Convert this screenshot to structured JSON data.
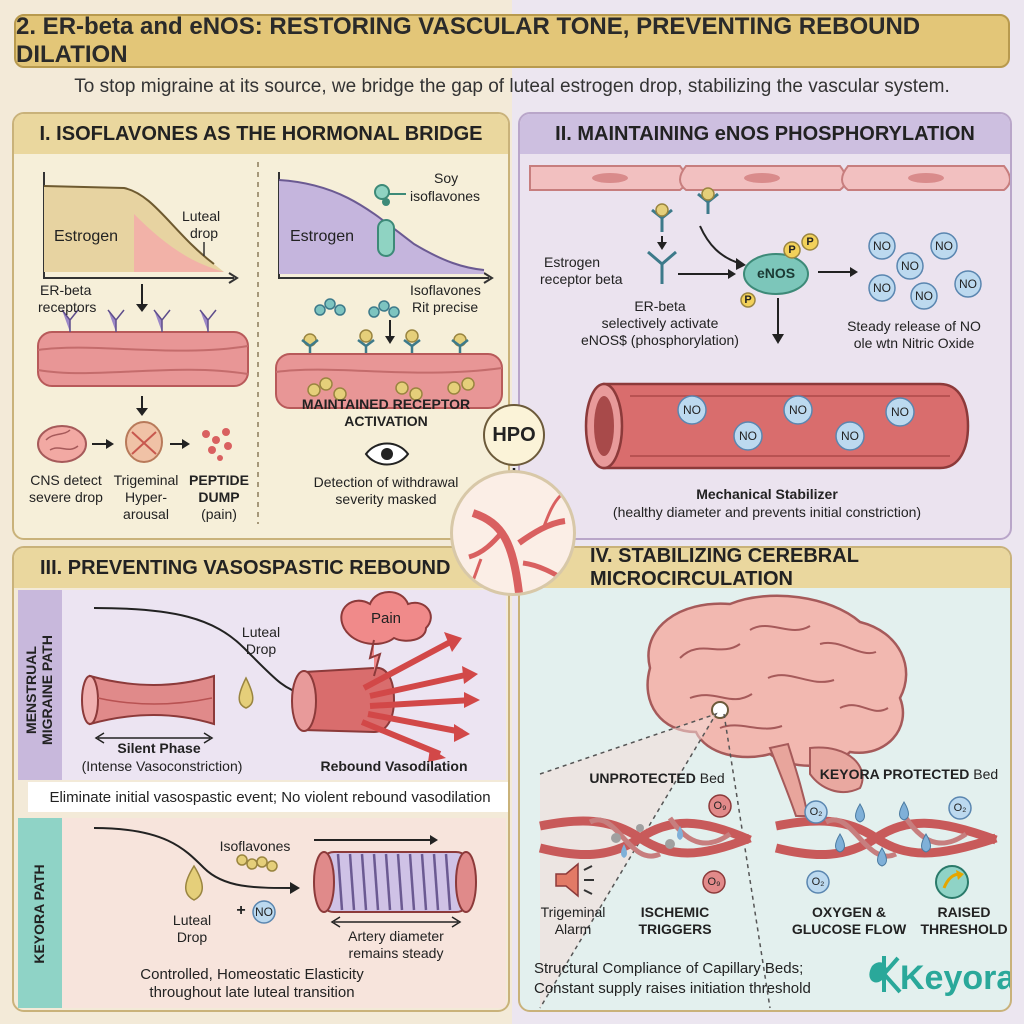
{
  "header": {
    "title": "2. ER-beta and eNOS: RESTORING VASCULAR TONE, PREVENTING REBOUND DILATION",
    "subtitle": "To stop migraine at its source, we bridge the gap of luteal estrogen drop, stabilizing the vascular system."
  },
  "panel1": {
    "title": "I. ISOFLAVONES AS THE HORMONAL BRIDGE",
    "estrogen_left": "Estrogen",
    "luteal": "Luteal",
    "drop": "drop",
    "er_beta": "ER-beta",
    "receptors": "receptors",
    "cns_detect": "CNS detect",
    "severe_drop": "severe drop",
    "trigeminal": "Trigeminal",
    "hyper": "Hyper-",
    "arousal": "arousal",
    "peptide": "PEPTIDE",
    "dump": "DUMP",
    "pain": "(pain)",
    "estrogen_right": "Estrogen",
    "soy": "Soy",
    "isoflavones": "isoflavones",
    "iso2": "Isoflavones",
    "rit_precise": "Rit precise",
    "maintained": "MAINTAINED RECEPTOR",
    "activation": "ACTIVATION",
    "detection": "Detection of withdrawal",
    "severity": "severity masked"
  },
  "panel2": {
    "title": "II. MAINTAINING eNOS PHOSPHORYLATION",
    "estrogen": "Estrogen",
    "receptor_beta": "receptor beta",
    "enos": "eNOS",
    "p": "P",
    "no": "NO",
    "erbeta": "ER-beta",
    "selectively": "selectively activate",
    "enoss": "eNOS$ (phosphorylation)",
    "steady1": "Steady release of NO",
    "steady2": "ole wtn Nitric Oxide",
    "mech": "Mechanical Stabilizer",
    "healthy": "(healthy diameter and prevents initial constriction)"
  },
  "hub": {
    "label": "HPO"
  },
  "panel3": {
    "title": "III. PREVENTING VASOSPASTIC REBOUND",
    "menstrual": "MENSTRUAL",
    "migraine_path": "MIGRAINE PATH",
    "luteal": "Luteal",
    "drop": "Drop",
    "pain": "Pain",
    "silent": "Silent Phase",
    "intense": "(Intense Vasoconstriction)",
    "rebound": "Rebound Vasodilation",
    "eliminate": "Eliminate initial vasospastic event; No violent rebound vasodilation",
    "keyora_path": "KEYORA PATH",
    "isoflavones": "Isoflavones",
    "luteal2": "Luteal",
    "drop2": "Drop",
    "plus": "+",
    "no": "NO",
    "artery": "Artery diameter",
    "steady": "remains steady",
    "controlled": "Controlled, Homeostatic Elasticity",
    "throughout": "throughout late luteal transition"
  },
  "panel4": {
    "title": "IV. STABILIZING CEREBRAL MICROCIRCULATION",
    "unprotected": "UNPROTECTED",
    "bed1": " Bed",
    "keyora_protected": "KEYORA PROTECTED",
    "bed2": " Bed",
    "o9": "O₉",
    "o2": "O₂",
    "trig": "Trigeminal",
    "alarm": "Alarm",
    "ischemic": "ISCHEMIC",
    "triggers": "TRIGGERS",
    "oxygen": "OXYGEN &",
    "glucose": "GLUCOSE FLOW",
    "raised": "RAISED",
    "threshold": "THRESHOLD",
    "structural": "Structural Compliance of Capillary Beds;",
    "constant": "Constant supply raises initiation threshold",
    "brand": "Keyora"
  },
  "colors": {
    "banner": "#e3c678",
    "vessel": "#d96d6d",
    "no_circle": "#bcd9ef",
    "enos": "#7cc6ba",
    "brand": "#2aa89a"
  }
}
